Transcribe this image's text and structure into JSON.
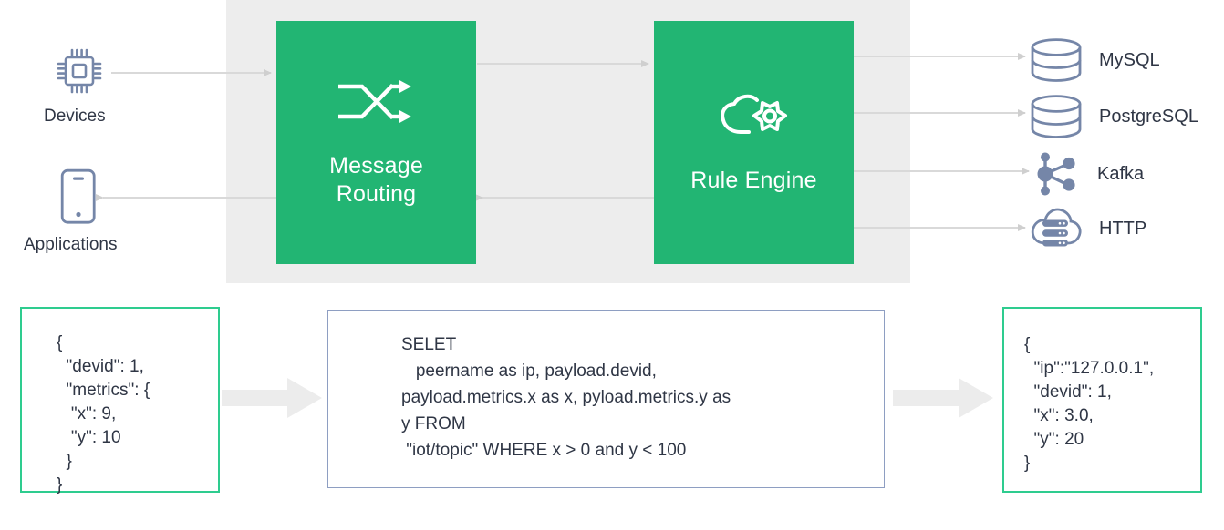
{
  "diagram": {
    "title": "EMQX message routing and rule engine data flow",
    "colors": {
      "green": "#22b573",
      "green_border": "#2ecc8f",
      "panel_grey": "#ededed",
      "arrow_grey": "#d6d6d6",
      "icon_blue": "#7586a8",
      "text_dark": "#2f3645",
      "sql_border": "#8e9ec2"
    }
  },
  "sources": [
    {
      "id": "devices",
      "label": "Devices",
      "icon": "chip-icon"
    },
    {
      "id": "applications",
      "label": "Applications",
      "icon": "mobile-phone-icon"
    }
  ],
  "stages": [
    {
      "id": "message-routing",
      "label": "Message\nRouting",
      "icon": "shuffle-routing-icon"
    },
    {
      "id": "rule-engine",
      "label": "Rule Engine",
      "icon": "cloud-gear-icon"
    }
  ],
  "sinks": [
    {
      "id": "mysql",
      "label": "MySQL",
      "icon": "database-icon"
    },
    {
      "id": "postgresql",
      "label": "PostgreSQL",
      "icon": "database-icon"
    },
    {
      "id": "kafka",
      "label": "Kafka",
      "icon": "kafka-nodes-icon"
    },
    {
      "id": "http",
      "label": "HTTP",
      "icon": "cloud-server-icon"
    }
  ],
  "payloads": {
    "input": {
      "label": "input-json",
      "text": "{\n  \"devid\": 1,\n  \"metrics\": {\n   \"x\": 9,\n   \"y\": 10\n  }\n}"
    },
    "sql": {
      "label": "rule-sql",
      "text": "SELET\n   peername as ip, payload.devid,\npayload.metrics.x as x, pyload.metrics.y as\ny FROM\n \"iot/topic\" WHERE x > 0 and y < 100"
    },
    "output": {
      "label": "output-json",
      "text": "{\n  \"ip\":\"127.0.0.1\",\n  \"devid\": 1,\n  \"x\": 3.0,\n  \"y\": 20\n}"
    }
  }
}
